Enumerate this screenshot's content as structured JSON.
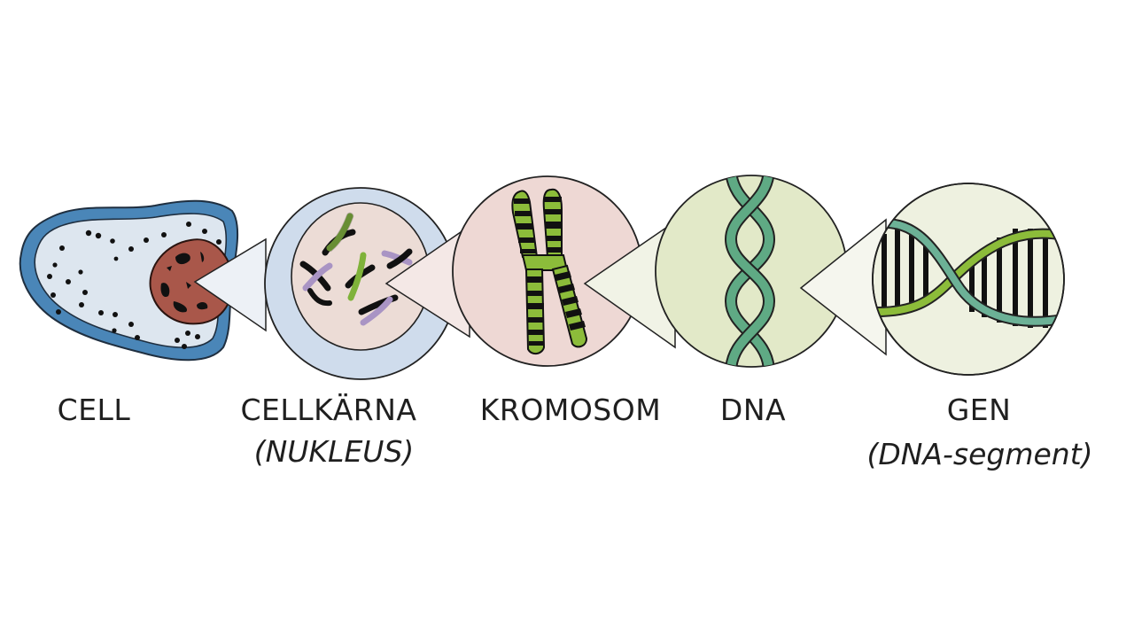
{
  "diagram": {
    "type": "zoom-sequence",
    "colors": {
      "cell_membrane": "#4a86b8",
      "cell_cytoplasm": "#dde6ef",
      "nucleus_fill": "#a9574a",
      "nucleus_circle_outer": "#cfdcec",
      "nucleus_circle_inner": "#ecdcd6",
      "chromosome_circle": "#eed8d4",
      "chromosome_green": "#8cbc3a",
      "dna_circle": "#e2e9c8",
      "dna_strand": "#5faa84",
      "gene_circle": "#eef1e0",
      "gene_strand_green": "#8cbc3a",
      "gene_strand_teal": "#6cb196",
      "chromosome_purple": "#a994c4",
      "outline": "#222222"
    },
    "stages": [
      {
        "id": "cell",
        "label": "CELL",
        "sublabel": ""
      },
      {
        "id": "nucleus",
        "label": "CELLKÄRNA",
        "sublabel": "(NUKLEUS)"
      },
      {
        "id": "chromosome",
        "label": "KROMOSOM",
        "sublabel": ""
      },
      {
        "id": "dna",
        "label": "DNA",
        "sublabel": ""
      },
      {
        "id": "gene",
        "label": "GEN",
        "sublabel": "(DNA-segment)"
      }
    ]
  }
}
